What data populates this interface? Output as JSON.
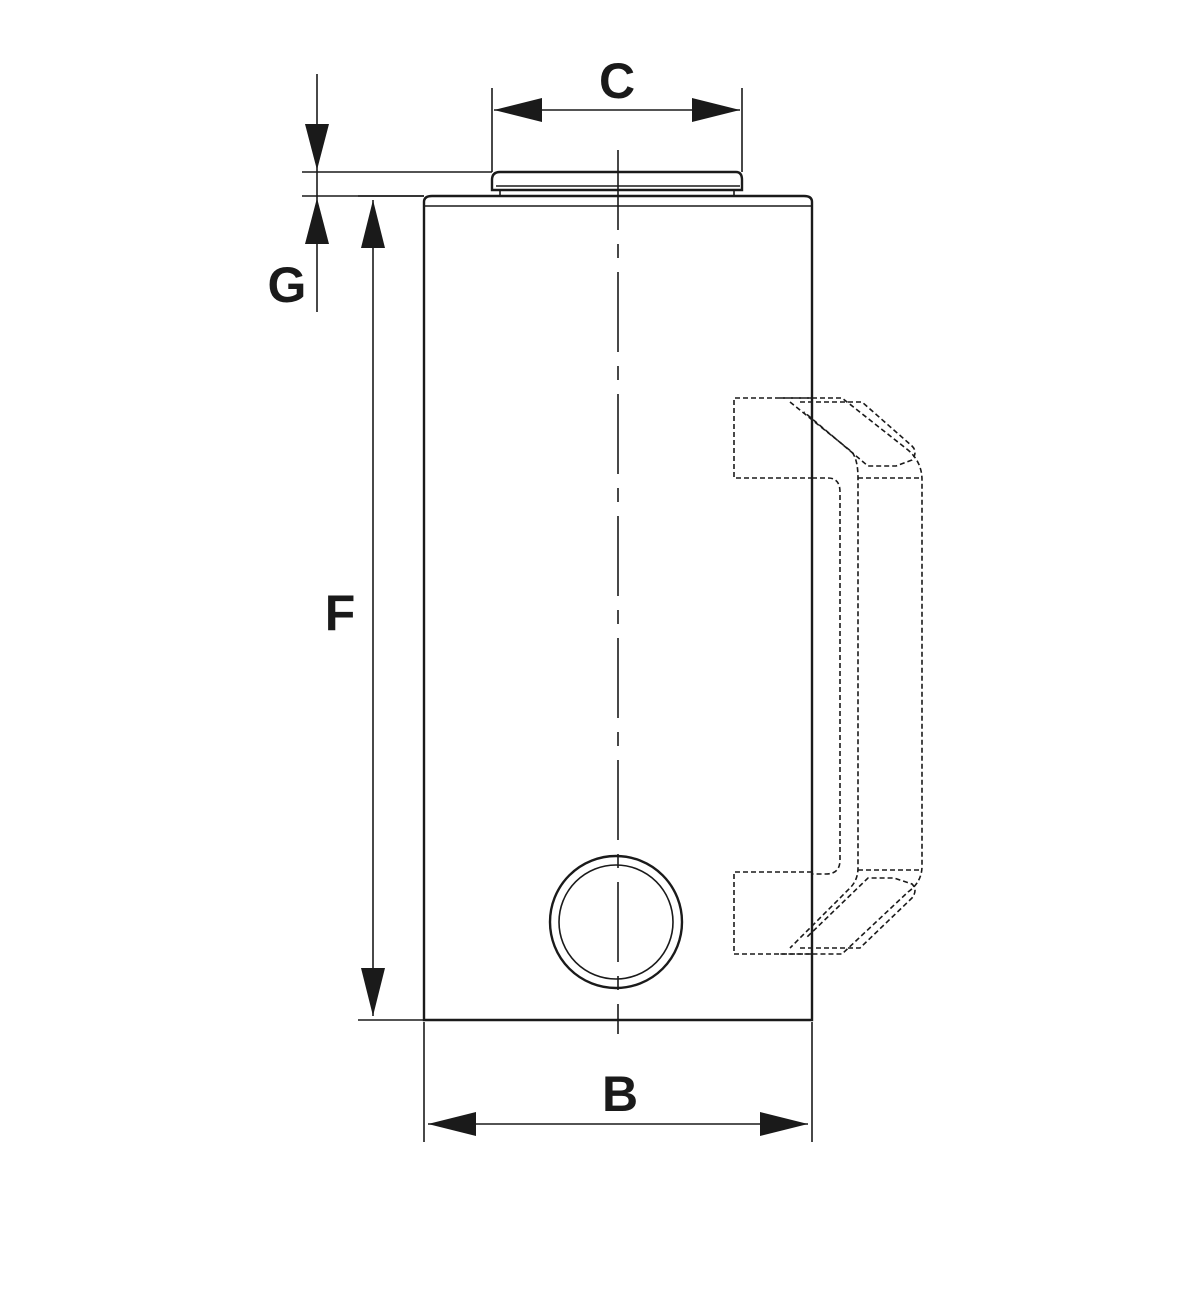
{
  "dimensions": {
    "c_label": "C",
    "g_label": "G",
    "f_label": "F",
    "b_label": "B"
  },
  "colors": {
    "line": "#1a1a1a",
    "background": "#ffffff"
  }
}
